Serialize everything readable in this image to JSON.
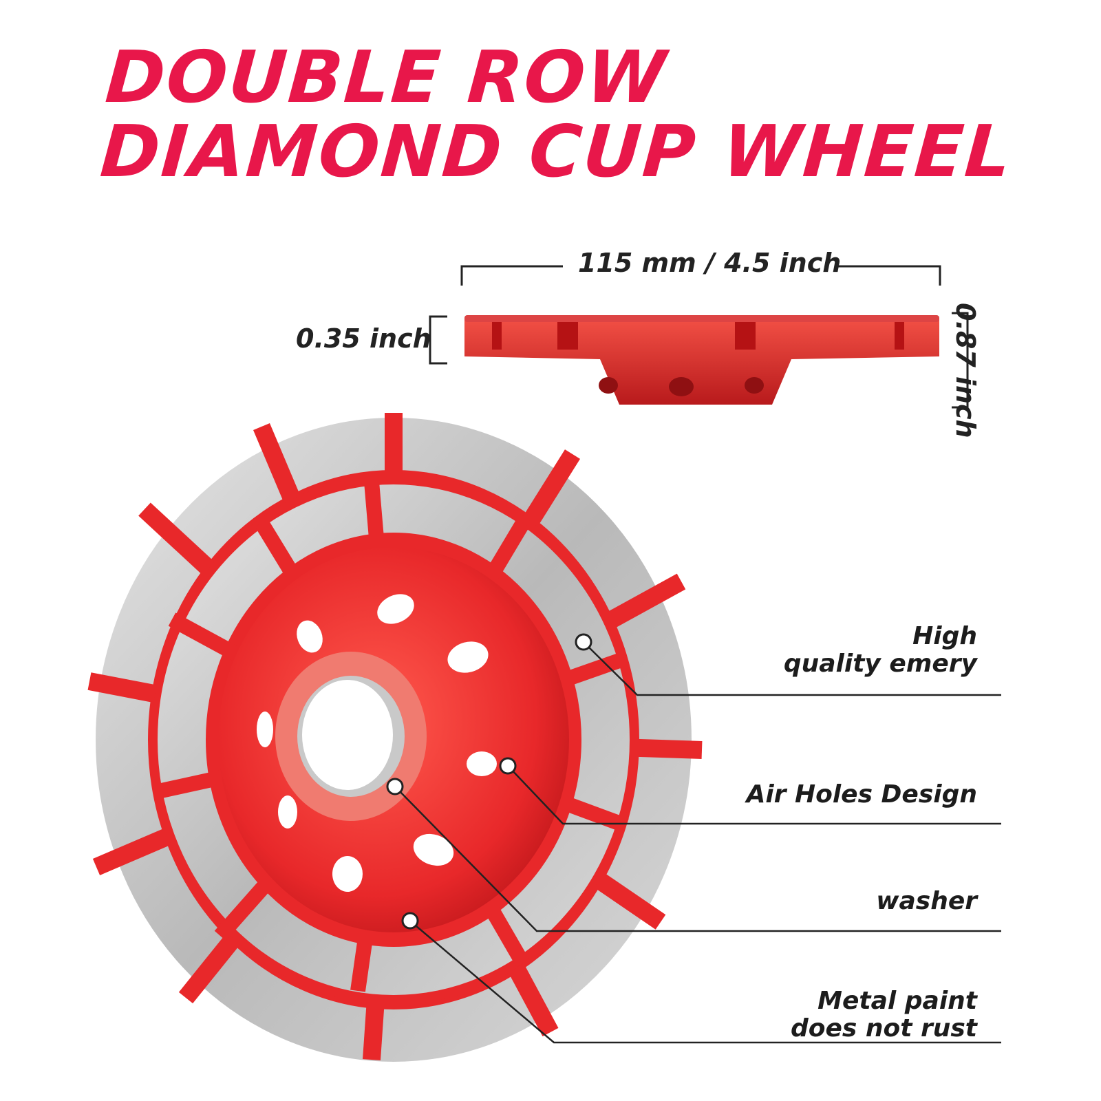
{
  "title": {
    "line1": "DOUBLE ROW",
    "line2": "DIAMOND CUP WHEEL"
  },
  "dimensions": {
    "width": "115 mm / 4.5 inch",
    "thickness": "0.35 inch",
    "height": "0.87 inch"
  },
  "callouts": {
    "emery": {
      "line1": "High",
      "line2": "quality emery"
    },
    "air_holes": "Air Holes Design",
    "washer": "washer",
    "paint": {
      "line1": "Metal paint",
      "line2": "does not rust"
    }
  },
  "colors": {
    "brand_accent": "#e8174a",
    "wheel_red": "#e8282a",
    "segment_silver": "#c9c9c9"
  }
}
